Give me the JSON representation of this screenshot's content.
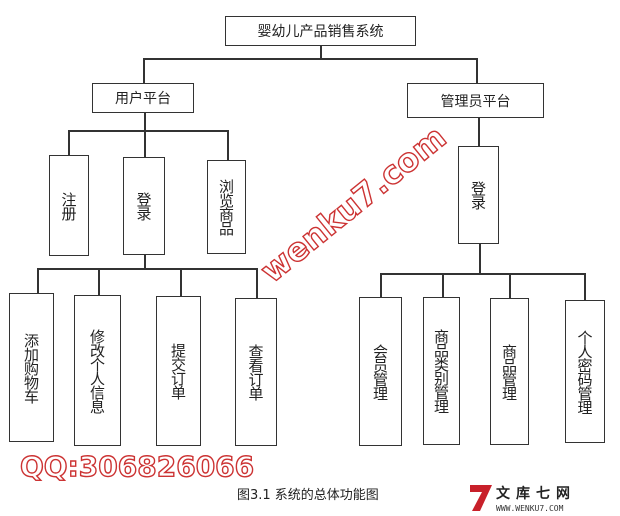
{
  "root": "婴幼儿产品销售系统",
  "user_platform": {
    "label": "用户平台",
    "children": [
      "注册",
      "登录",
      "浏览商品"
    ],
    "login_children": [
      "添加购物车",
      "修改个人信息",
      "提交订单",
      "查看订单"
    ]
  },
  "admin_platform": {
    "label": "管理员平台",
    "children": [
      "登录"
    ],
    "login_children": [
      "会员管理",
      "商品类别管理",
      "商品管理",
      "个人密码管理"
    ]
  },
  "caption": "图3.1 系统的总体功能图",
  "watermarks": [
    "wenku7.com",
    "QQ:306826066"
  ],
  "logo": {
    "title": "文库七网",
    "url": "WWW.WENKU7.COM"
  },
  "colors": {
    "line": "#333333",
    "watermark": "#cc3333",
    "logo_red": "#c8202a"
  }
}
